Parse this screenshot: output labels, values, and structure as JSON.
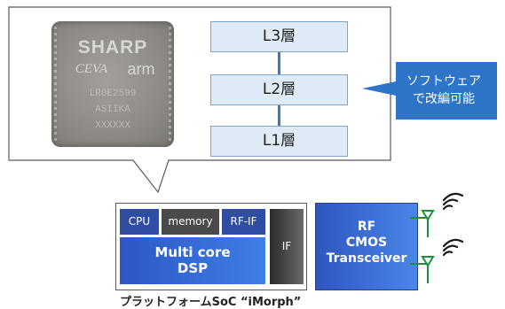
{
  "chip": {
    "brand": "SHARP",
    "logo_left": "CEVA",
    "logo_right": "arm",
    "marking_line1": "LR0E2599",
    "marking_line2": "ASIIKA",
    "marking_line3": "XXXXXX"
  },
  "layers": {
    "l3": "L3層",
    "l2": "L2層",
    "l1": "L1層"
  },
  "software_note": {
    "line1": "ソフトウェア",
    "line2": "で改編可能"
  },
  "soc": {
    "cpu": "CPU",
    "memory": "memory",
    "rf_if": "RF-IF",
    "dsp_line1": "Multi core",
    "dsp_line2": "DSP",
    "if": "IF",
    "rf_line1": "RF",
    "rf_line2": "CMOS",
    "rf_line3": "Transceiver",
    "caption": "プラットフォームSoC “iMorph”"
  },
  "colors": {
    "layer_fill": "#deeaf6",
    "layer_border": "#7fa4c6",
    "connector": "#4472c4",
    "block_blue": "#2f4ea3",
    "block_gray": "#4a4a4a",
    "callout_blue": "#2e74c9",
    "antenna_green": "#1e8f3a"
  },
  "icons": [
    "antenna-icon",
    "signal-waves-icon"
  ]
}
